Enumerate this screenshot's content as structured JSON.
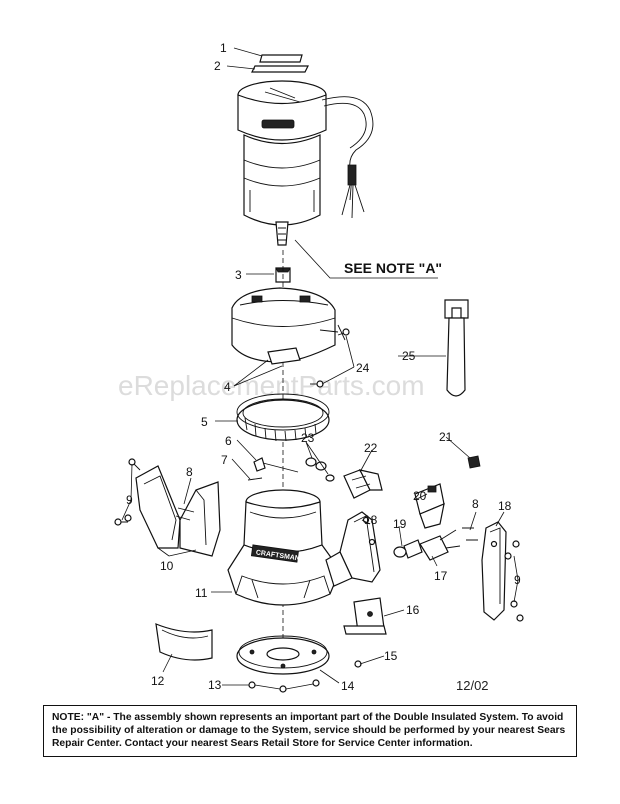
{
  "watermark": "eReplacementParts.com",
  "see_note": "SEE NOTE \"A\"",
  "date_code": "12/02",
  "brand_badge": "CRAFTSMAN",
  "callouts": [
    "1",
    "2",
    "3",
    "4",
    "5",
    "6",
    "7",
    "8",
    "9",
    "10",
    "11",
    "12",
    "13",
    "14",
    "15",
    "16",
    "17",
    "18",
    "19",
    "20",
    "21",
    "22",
    "23",
    "24",
    "25"
  ],
  "note": {
    "label": "NOTE: \"A\"",
    "text": " - The assembly shown represents an important part of the Double Insulated System. To avoid the possibility of alteration or damage to the System, service should be performed by your nearest Sears Repair Center. Contact your nearest Sears Retail Store for Service Center information."
  }
}
